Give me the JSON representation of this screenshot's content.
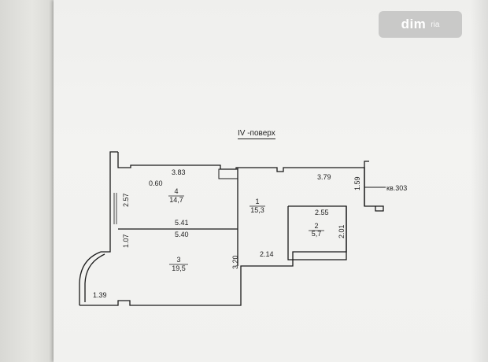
{
  "watermark": {
    "brand": "dim",
    "sub": "ria"
  },
  "floor_title": "IV -поверх",
  "apartment_label": "кв.303",
  "rooms": [
    {
      "number": "1",
      "area": "15,3"
    },
    {
      "number": "2",
      "area": "5,7"
    },
    {
      "number": "3",
      "area": "19,5"
    },
    {
      "number": "4",
      "area": "14,7"
    }
  ],
  "dimensions": {
    "d383": "3.83",
    "d060": "0.60",
    "d257": "2.57",
    "d541": "5.41",
    "d540": "5.40",
    "d107": "1.07",
    "d139": "1.39",
    "d320": "3.20",
    "d214": "2.14",
    "d255": "2.55",
    "d201": "2.01",
    "d379": "3.79",
    "d159": "1.59"
  }
}
